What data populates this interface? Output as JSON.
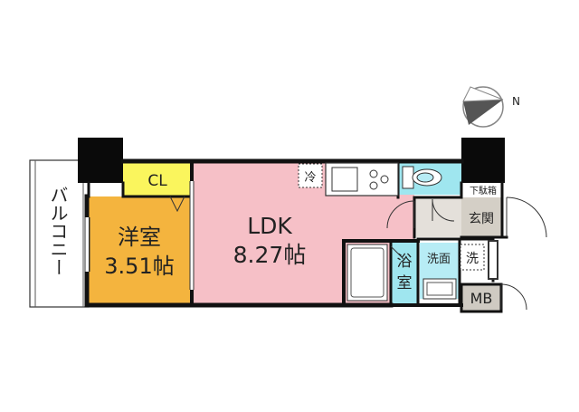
{
  "rooms": {
    "balcony": "バルコニー",
    "closet": "CL",
    "western_room": {
      "name": "洋室",
      "size": "3.51帖"
    },
    "ldk": {
      "name": "LDK",
      "size": "8.27帖"
    },
    "bathroom": {
      "line1": "浴",
      "line2": "室"
    },
    "washroom": "洗面",
    "washer": "洗",
    "entrance": "玄関",
    "shoe_box": "下駄箱",
    "meter_box": "MB",
    "fridge": "冷"
  },
  "compass": {
    "north": "N"
  },
  "colors": {
    "western_room": "#f4b43e",
    "closet": "#faf55d",
    "ldk": "#f6c0c7",
    "bathroom": "#9fe6ef",
    "washroom": "#b7ecf5",
    "entrance": "#d4cfc6",
    "meter_box": "#cfcac2",
    "wall": "#111111",
    "pillar": "#0a0a0a"
  }
}
